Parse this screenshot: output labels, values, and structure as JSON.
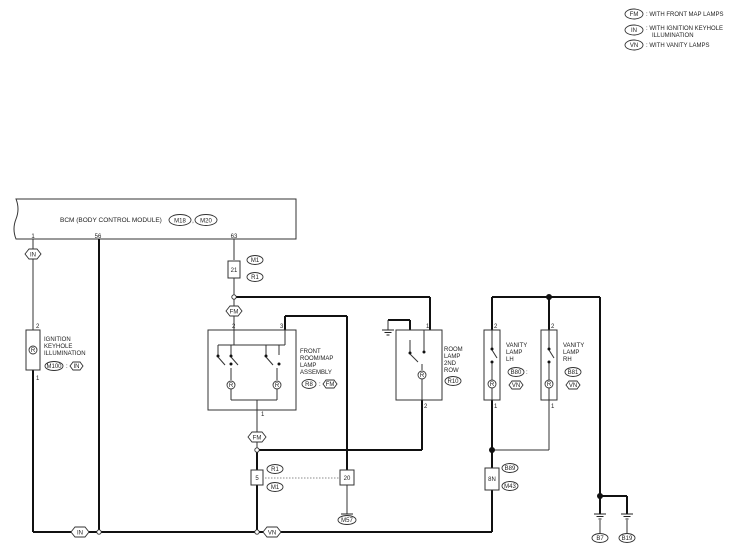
{
  "legend": {
    "items": [
      {
        "code": "FM",
        "text": ": WITH FRONT MAP LAMPS"
      },
      {
        "code": "IN",
        "text": ": WITH IGNITION KEYHOLE",
        "text2": "ILLUMINATION"
      },
      {
        "code": "VN",
        "text": ": WITH VANITY LAMPS"
      }
    ]
  },
  "bcm": {
    "label": "BCM (BODY CONTROL MODULE)",
    "conn1": "M18",
    "conn2": "M20",
    "pin_a": "1",
    "pin_b": "56",
    "pin_c": "63"
  },
  "connector_r1": {
    "pin": "21",
    "code_a": "M1",
    "code_b": "R1"
  },
  "keyhole": {
    "line1": "IGNITION",
    "line2": "KEYHOLE",
    "line3": "ILLUMINATION",
    "conn": "M100",
    "tag": "IN",
    "pin_top": "2",
    "pin_bot": "1"
  },
  "front_lamp": {
    "line1": "FRONT",
    "line2": "ROOM/MAP",
    "line3": "LAMP",
    "line4": "ASSEMBLY",
    "conn": "R8",
    "tag": "FM",
    "pin_2": "2",
    "pin_3": "3",
    "pin_1": "1"
  },
  "room_lamp": {
    "line1": "ROOM",
    "line2": "LAMP",
    "line3": "2ND",
    "line4": "ROW",
    "conn": "R10",
    "pin_1": "1",
    "pin_2": "2"
  },
  "vanity_lh": {
    "line1": "VANITY",
    "line2": "LAMP",
    "line3": "LH",
    "conn": "B80",
    "tag": "VN",
    "pin_2": "2",
    "pin_1": "1"
  },
  "vanity_rh": {
    "line1": "VANITY",
    "line2": "LAMP",
    "line3": "RH",
    "conn": "B81",
    "tag": "VN",
    "pin_2": "2",
    "pin_1": "1"
  },
  "connector_mid": {
    "pin_a": "5",
    "pin_b": "20",
    "code_a": "R1",
    "code_b": "M1",
    "ground": "M57"
  },
  "connector_b": {
    "pin": "8N",
    "code_a": "B89",
    "code_b": "M43"
  },
  "grounds": {
    "g1": "B7",
    "g2": "B19"
  },
  "tags": {
    "fm": "FM",
    "in": "IN",
    "vn": "VN"
  },
  "lamp_symbol": "R"
}
